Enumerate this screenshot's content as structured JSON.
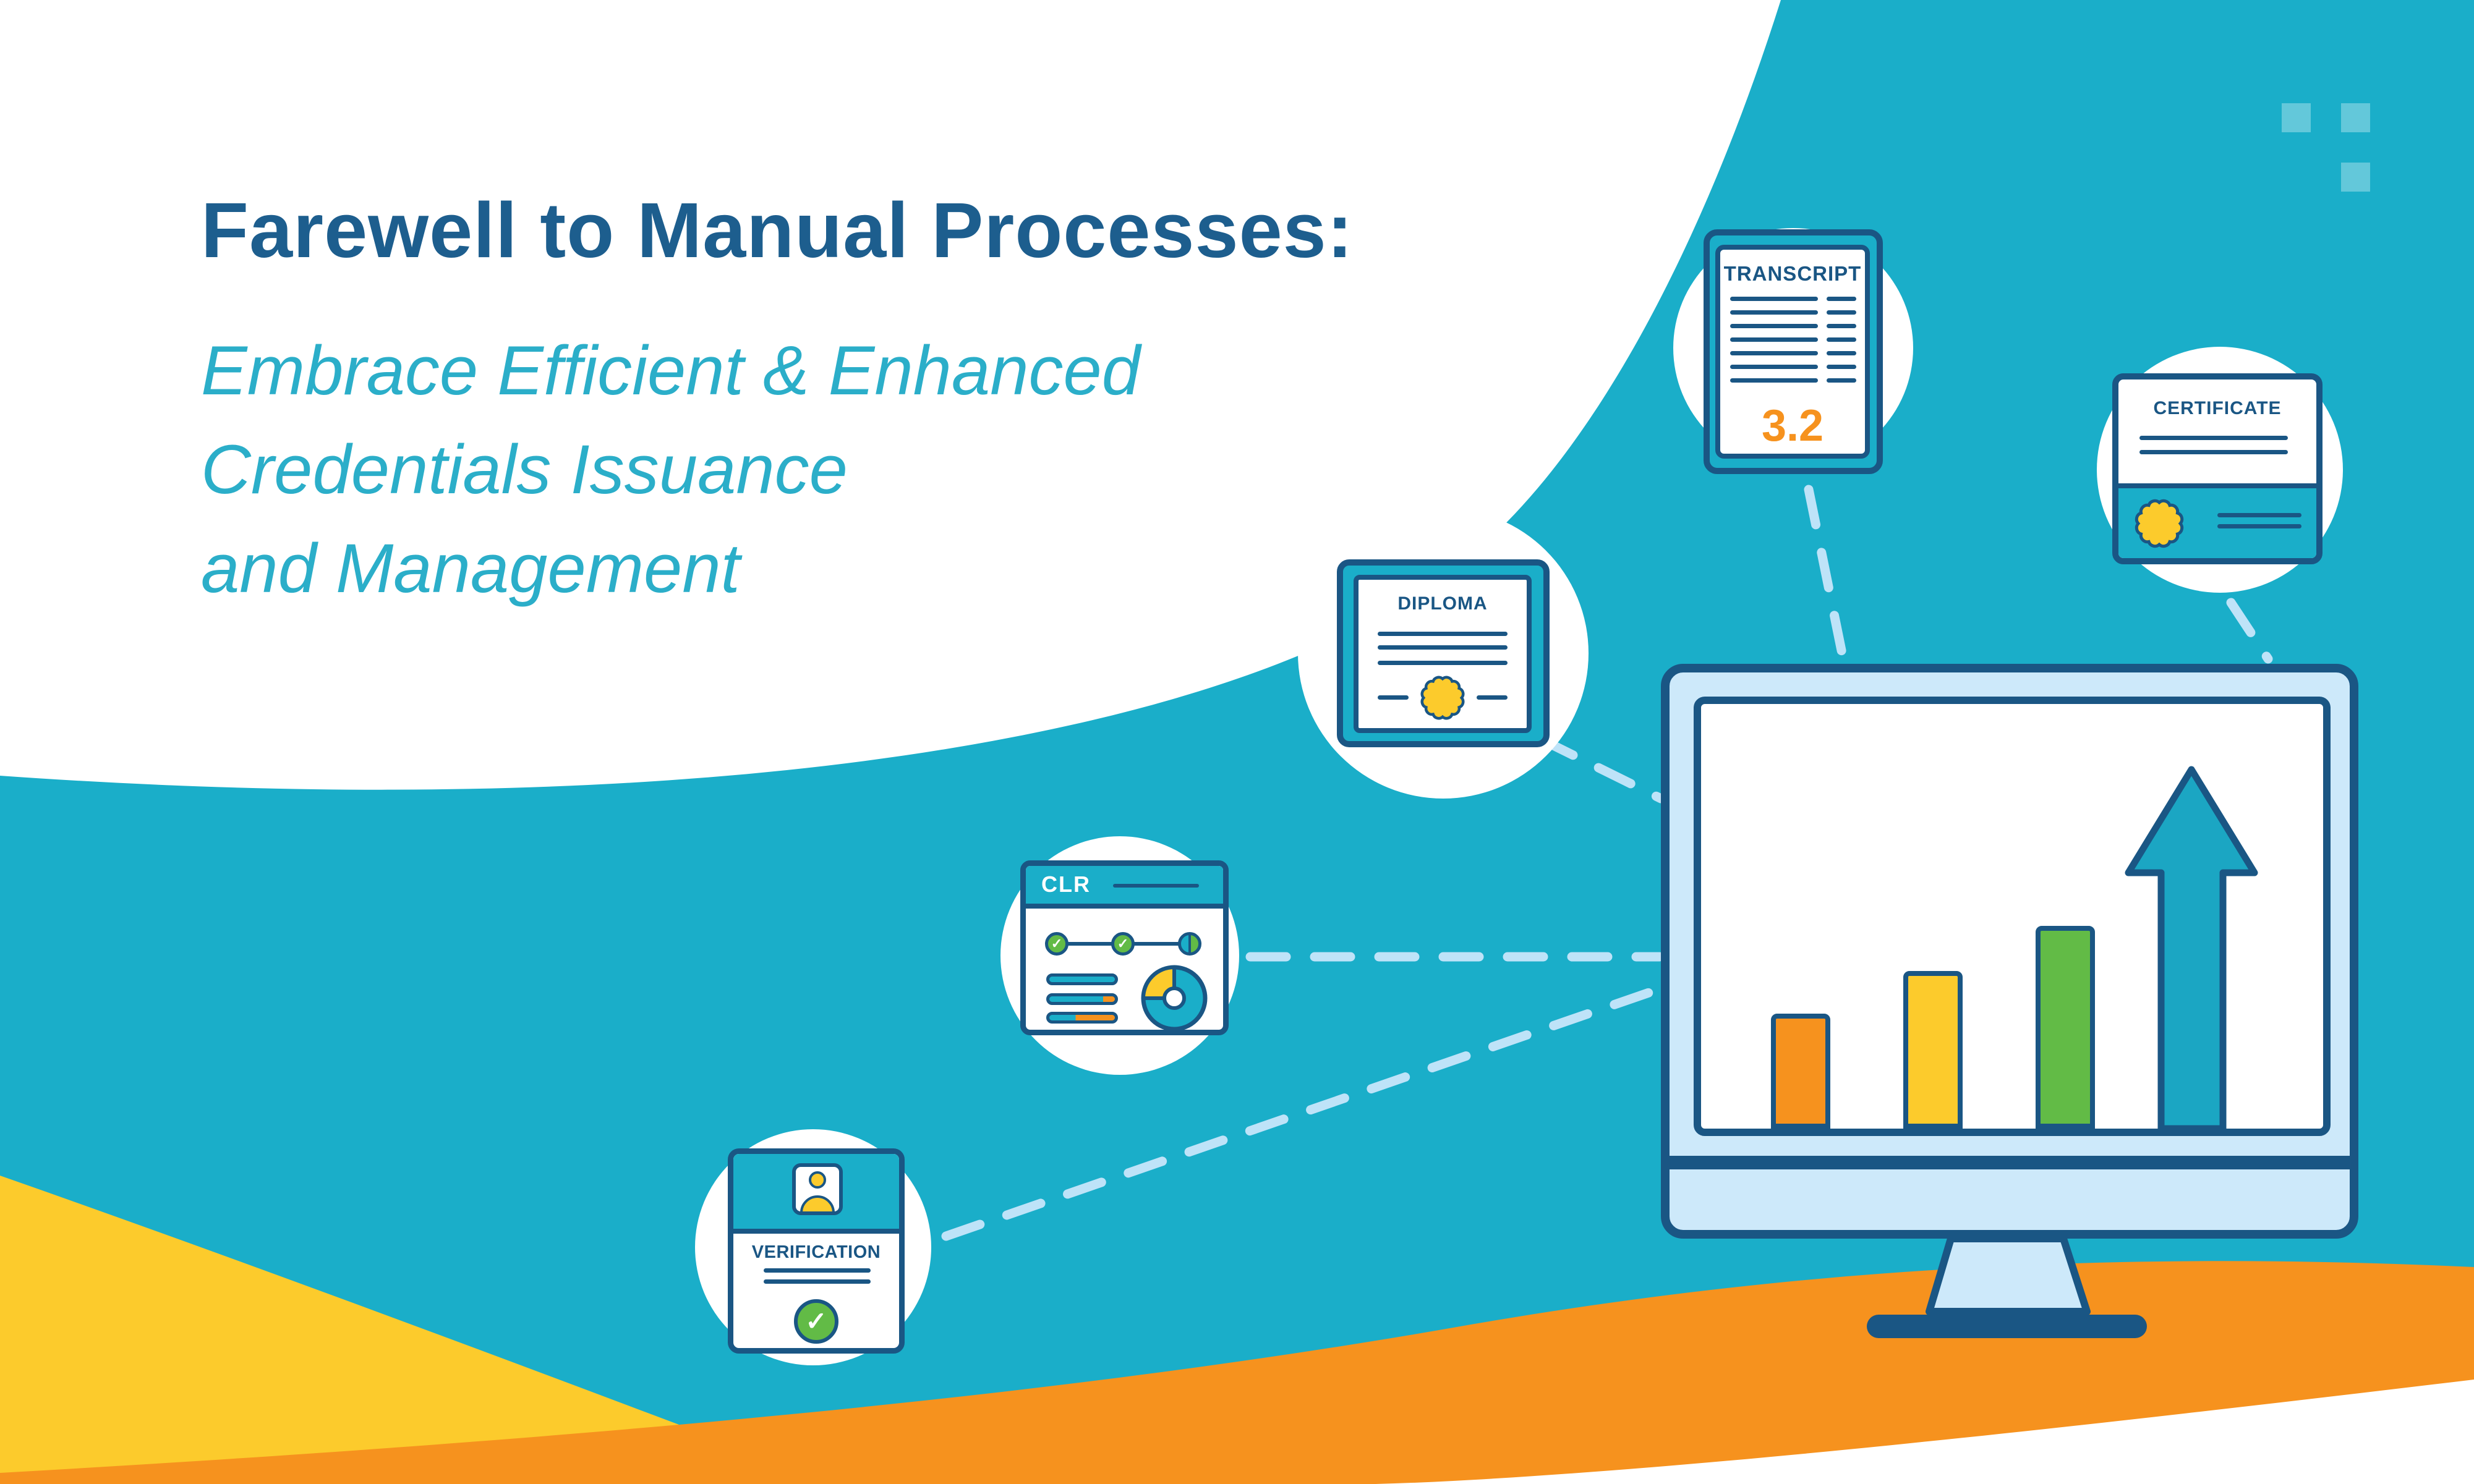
{
  "page": {
    "title": "Farewell to Manual Processes:",
    "subtitle_lines": [
      "Embrace Efficient & Enhanced",
      "Credentials Issuance",
      "and Management"
    ]
  },
  "cards": {
    "transcript": {
      "label": "TRANSCRIPT",
      "gpa": "3.2"
    },
    "certificate": {
      "label": "CERTIFICATE"
    },
    "diploma": {
      "label": "DIPLOMA"
    },
    "clr": {
      "label": "CLR"
    },
    "verification": {
      "label": "VERIFICATION"
    }
  },
  "colors": {
    "teal_background": "#1AAEC9",
    "dark_blue_outline": "#1A5684",
    "orange_accent": "#F6921E",
    "yellow_accent": "#FCCB2C",
    "green_accent": "#62BB46",
    "light_blue": "#CDE9FA",
    "dashed_connector": "#BEE3F8",
    "title_text": "#1D5E8E",
    "subtitle_text": "#2BAEC9"
  }
}
